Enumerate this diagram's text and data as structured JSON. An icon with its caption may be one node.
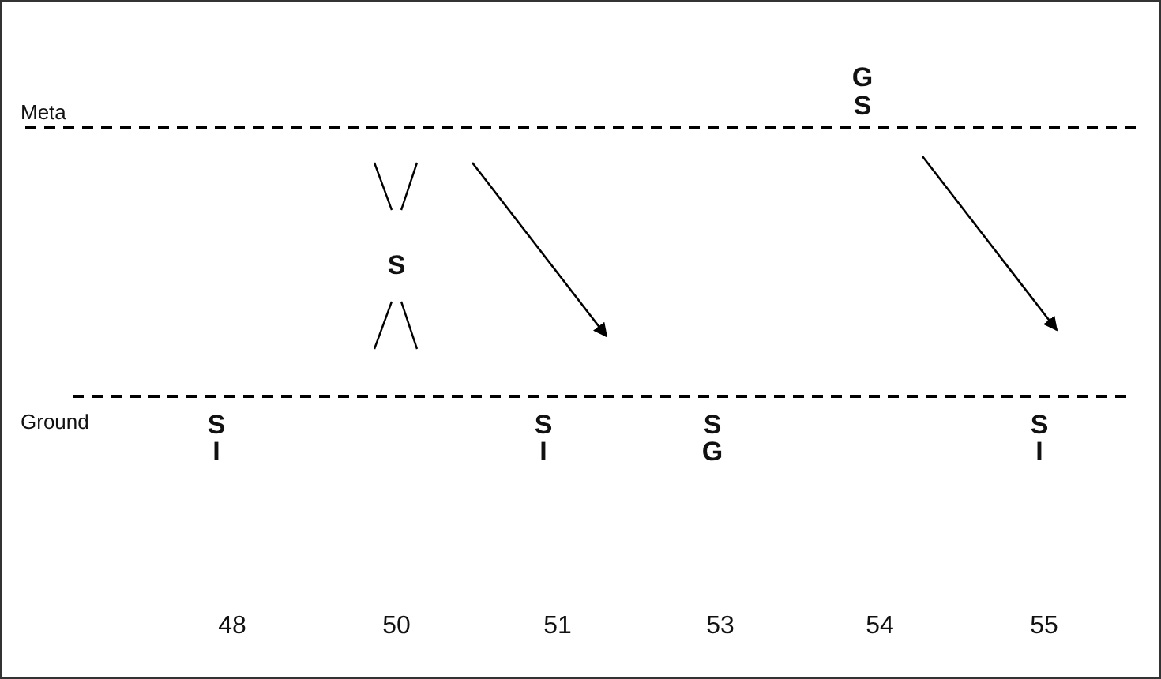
{
  "diagram": {
    "labels": [
      "G",
      "Meta",
      "S",
      "S",
      "Ground",
      "S",
      "I",
      "S",
      "I",
      "S",
      "G",
      "S",
      "I",
      "48",
      "50",
      "51",
      "53",
      "54",
      "55"
    ]
  }
}
